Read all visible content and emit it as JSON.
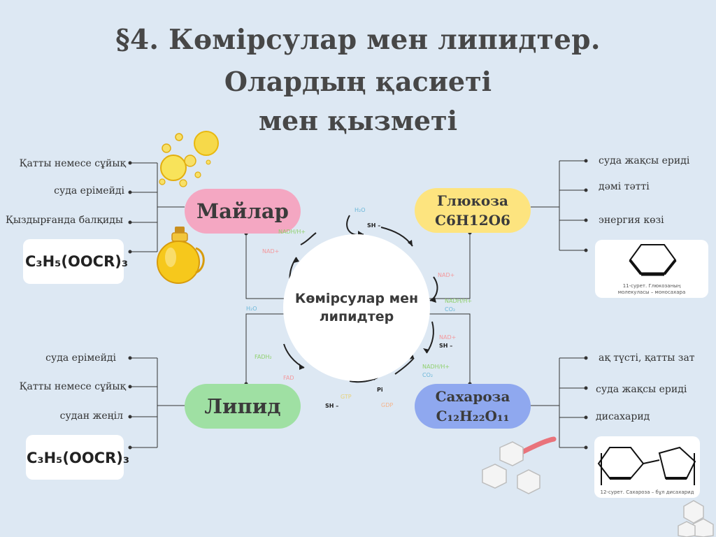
{
  "title": {
    "line1": "§4. Көмірсулар мен липидтер.",
    "line2": "Олардың қасиеті",
    "line3": "мен қызметі"
  },
  "center": {
    "line1": "Көмірсулар мен",
    "line2": "липидтер"
  },
  "nodes": {
    "fats": {
      "label": "Майлар",
      "color": "#f4a7c2"
    },
    "lipid": {
      "label": "Липид",
      "color": "#9fe0a3"
    },
    "glucose": {
      "line1": "Глюкоза",
      "line2": "C6H12O6",
      "color": "#fde47f"
    },
    "sucrose": {
      "line1": "Сахароза",
      "line2": "C₁₂H₂₂O₁₁",
      "color": "#8fa8ef"
    }
  },
  "fats_props": [
    "Қатты немесе сұйық",
    "суда ерімейді",
    "Қыздырғанда балқиды"
  ],
  "fats_formula": "C₃H₅(OOCR)₃",
  "lipid_props": [
    "суда ерімейді",
    "Қатты немесе сұйық",
    "судан жеңіл"
  ],
  "lipid_formula": "C₃H₅(OOCR)₃",
  "glucose_props": [
    "суда жақсы ериді",
    "дәмі тәтті",
    "энергия көзі"
  ],
  "glucose_caption": {
    "line1": "11-сурет. Глюкозаның",
    "line2": "молекуласы – моносахара"
  },
  "sucrose_props": [
    "ақ түсті, қатты зат",
    "суда жақсы ериді",
    "дисахарид"
  ],
  "sucrose_caption": "12-сурет. Сахароза – бұл дисахарид",
  "cycle_labels": {
    "h2o_top": "H₂O",
    "sh_top": "SH –",
    "nadh_left": "NADH/H+",
    "nad_left": "NAD+",
    "nad_right": "NAD+",
    "nadh_right": "NADH/H+",
    "co2_right": "CO₂",
    "h2o_left": "H₂O",
    "nad_right2": "NAD+",
    "sh_right": "SH –",
    "fadh_left": "FADH₂",
    "fad_left": "FAD",
    "nadh_right2": "NADH/H+",
    "co2_right2": "CO₂",
    "gtp_bottom": "GTP",
    "pi_bottom": "Pi",
    "gdp_bottom": "GDP",
    "sh_bottom": "SH –"
  }
}
